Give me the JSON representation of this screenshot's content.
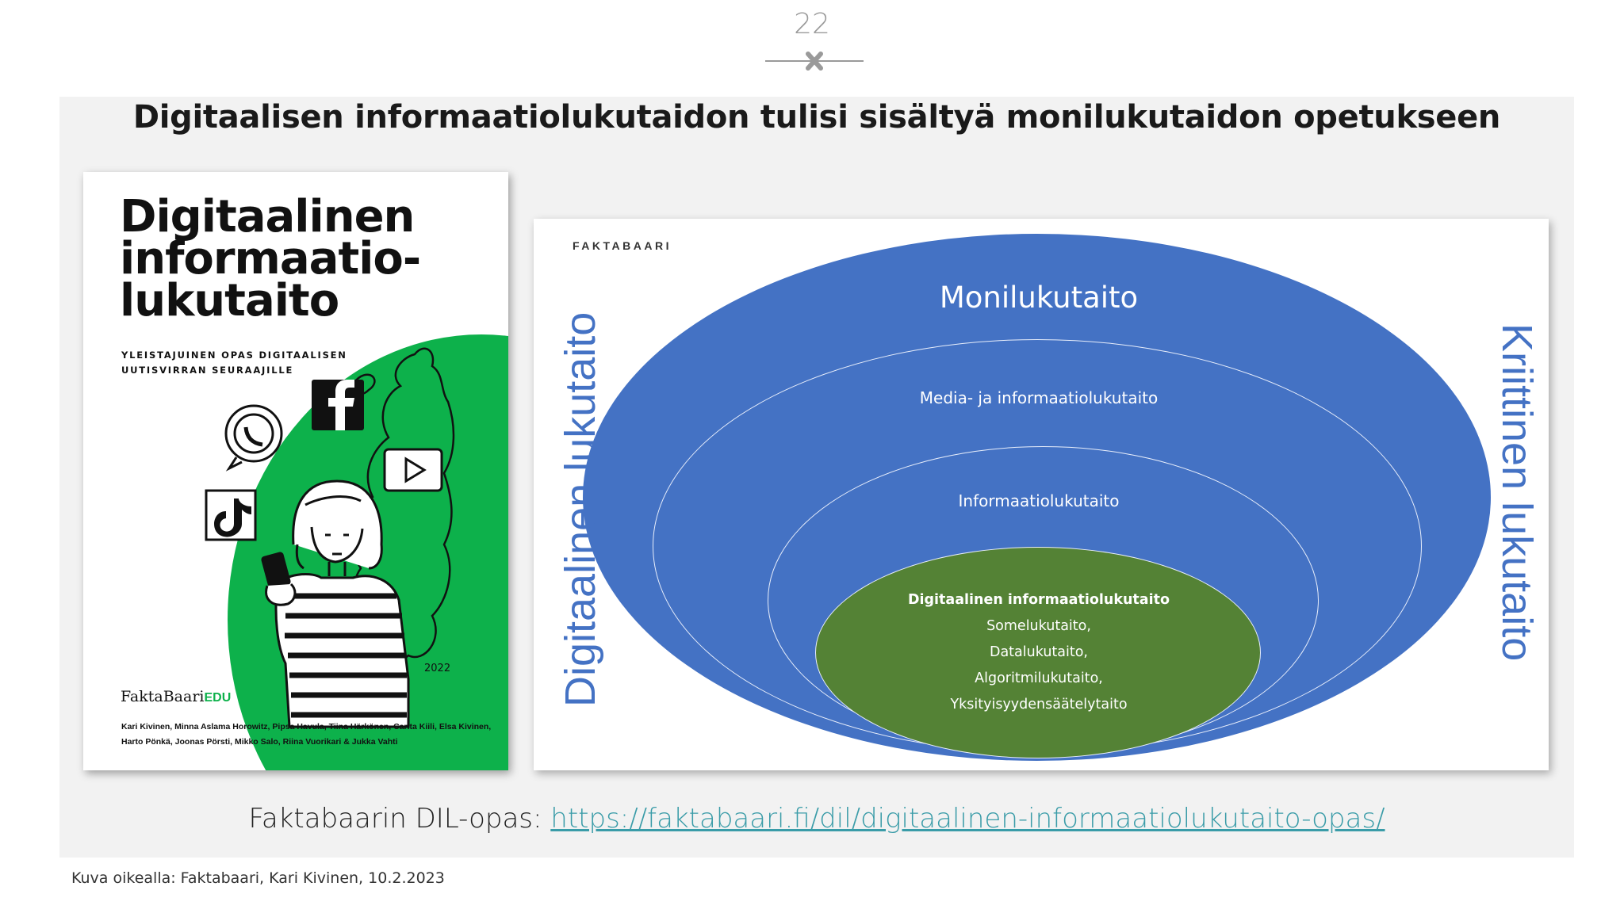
{
  "slide": {
    "page_number": "22",
    "title": "Digitaalisen informaatiolukutaidon tulisi sisältyä monilukutaidon opetukseen"
  },
  "cover": {
    "title": "Digitaalinen\ninformaatio-\nlukutaito",
    "subtitle": "YLEISTAJUINEN OPAS DIGITAALISEN\nUUTISVIRRAN SEURAAJILLE",
    "publisher_name": "FaktaBaari",
    "publisher_suffix": "EDU",
    "authors": "Kari Kivinen, Minna Aslama Horowitz, Pipsa Havula, Tiina Härkönen, Carita Kiili, Elsa Kivinen,  Harto Pönkä, Joonas Pörsti, Mikko Salo, Riina Vuorikari & Jukka Vahti",
    "artist_year": "2022",
    "icons": [
      "facebook-icon",
      "whatsapp-icon",
      "tiktok-icon",
      "youtube-icon"
    ]
  },
  "diagram": {
    "brand": "FAKTABAARI",
    "left_label": "Digitaalinen lukutaito",
    "right_label": "Kriittinen lukutaito",
    "outer": "Monilukutaito",
    "middle": "Media- ja informaatiolukutaito",
    "inner": "Informaatiolukutaito",
    "core_title": "Digitaalinen informaatiolukutaito",
    "core_items": [
      "Somelukutaito,",
      "Datalukutaito,",
      "Algoritmilukutaito,",
      "Yksityisyydensäätelytaito"
    ],
    "colors": {
      "outer": "#4472c4",
      "core": "#548235",
      "labels": "#4472c4"
    }
  },
  "source": {
    "label": "Faktabaarin DIL-opas: ",
    "link": "https://faktabaari.fi/dil/digitaalinen-informaatiolukutaito-opas/"
  },
  "credit": "Kuva oikealla: Faktabaari, Kari Kivinen, 10.2.2023"
}
